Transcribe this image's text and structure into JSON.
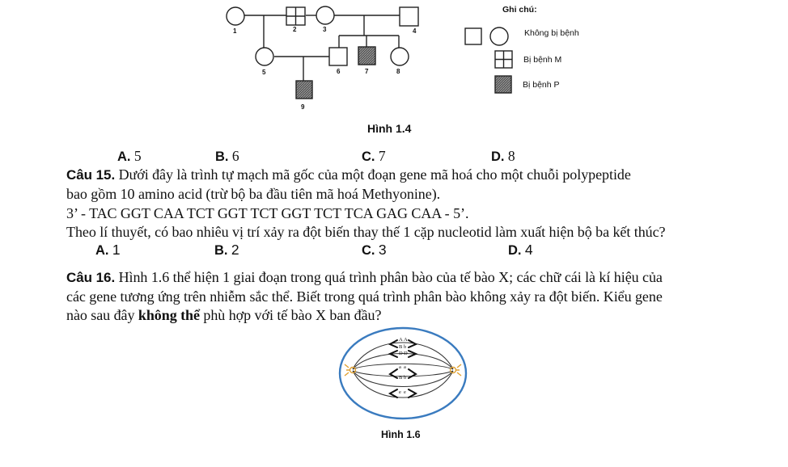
{
  "pedigree": {
    "numbers": [
      "1",
      "2",
      "3",
      "4",
      "5",
      "6",
      "7",
      "8",
      "9"
    ],
    "legend": {
      "title": "Ghi chú:",
      "healthy": "Không bị bệnh",
      "disease_m": "Bị bệnh M",
      "disease_p": "Bị bệnh P"
    },
    "caption": "Hình 1.4"
  },
  "q14_options": [
    {
      "letter": "A.",
      "value": "5"
    },
    {
      "letter": "B.",
      "value": "6"
    },
    {
      "letter": "C.",
      "value": "7"
    },
    {
      "letter": "D.",
      "value": "8"
    }
  ],
  "q15": {
    "label": "Câu 15.",
    "line1": " Dưới đây là trình tự mạch mã gốc của một đoạn gene mã hoá cho một chuỗi polypeptide",
    "line2": "bao gồm 10 amino acid (trừ bộ ba đầu tiên mã hoá Methyonine).",
    "sequence": "3’ - TAC GGT CAA TCT GGT TCT GGT TCT TCA GAG CAA - 5’.",
    "question": "Theo lí thuyết, có bao nhiêu vị trí xảy ra đột biến thay thế 1 cặp nucleotid làm xuất hiện bộ ba kết thúc?",
    "options": [
      {
        "letter": "A.",
        "value": "1"
      },
      {
        "letter": "B.",
        "value": "2"
      },
      {
        "letter": "C.",
        "value": "3"
      },
      {
        "letter": "D.",
        "value": "4"
      }
    ]
  },
  "q16": {
    "label": "Câu 16.",
    "line1": " Hình 1.6 thể hiện 1 giai đoạn trong quá trình phân bào của tế bào X; các chữ cái là kí hiệu của",
    "line2": "các gene tương ứng trên nhiễm sắc thể. Biết trong quá trình phân bào không xảy ra đột biến. Kiểu gene",
    "line3_a": "nào sau đây ",
    "line3_bold": "không thể",
    "line3_b": " phù hợp với tế bào X ban đầu?",
    "figure_labels": [
      "A",
      "B",
      "D",
      "a",
      "B",
      "e",
      "A",
      "b",
      "D",
      "a",
      "b",
      "e"
    ],
    "caption": "Hình 1.6"
  }
}
